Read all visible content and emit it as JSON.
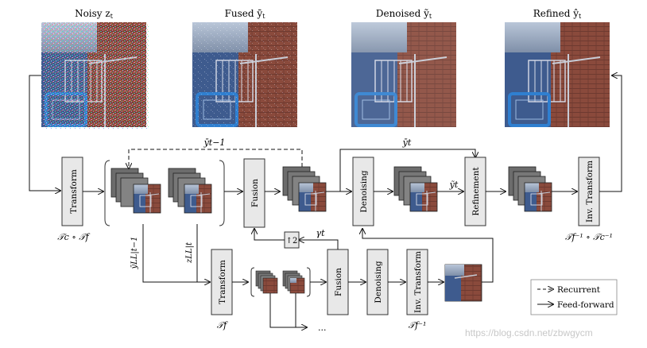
{
  "images": {
    "noisy": {
      "title": "Noisy z",
      "sub": "t"
    },
    "fused": {
      "title": "Fused ȳ",
      "sub": "t"
    },
    "denoised": {
      "title": "Denoised ỹ",
      "sub": "t"
    },
    "refined": {
      "title": "Refined ŷ",
      "sub": "t"
    }
  },
  "blocks": {
    "transform": "Transform",
    "fusion": "Fusion",
    "denoising": "Denoising",
    "refinement": "Refinement",
    "inv_transform": "Inv. Transform",
    "transform_low": "Transform",
    "fusion_low": "Fusion",
    "denoising_low": "Denoising",
    "inv_transform_low": "Inv. Transform",
    "upsample": "↑2"
  },
  "math": {
    "tc_tf": "𝒯c ∘ 𝒯f",
    "tf_inv_tc_inv": "𝒯f⁻¹ ∘ 𝒯c⁻¹",
    "tf": "𝒯f",
    "tf_inv": "𝒯f⁻¹",
    "y_prev": "ȳt−1",
    "y_bar_t": "ȳt",
    "y_tilde_t": "ỹt",
    "gamma_t": "γt",
    "y_ll_prev": "ȳLL|t−1",
    "z_ll_t": "zLL|t",
    "ellipsis": "..."
  },
  "legend": {
    "recurrent": "Recurrent",
    "feedforward": "Feed-forward"
  },
  "watermark": "https://blog.csdn.net/zbwgycm",
  "colors": {
    "block_fill": "#e8e8e8",
    "brick": "#8a4a3c",
    "steel": "#3f6aa8",
    "gray_tile": "#6c6c6c"
  }
}
